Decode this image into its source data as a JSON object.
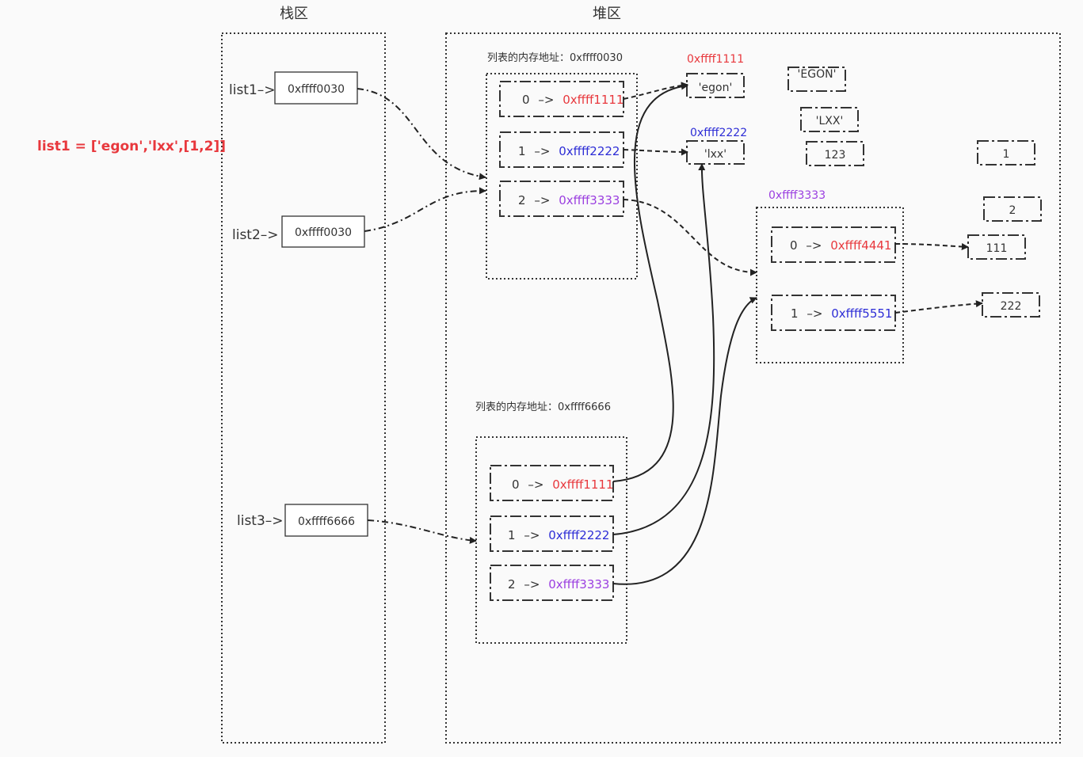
{
  "regions": {
    "stack_title": "栈区",
    "heap_title": "堆区"
  },
  "code_text": "list1 = ['egon','lxx',[1,2]]",
  "stack_vars": [
    {
      "label": "list1–>",
      "addr": "0xffff0030"
    },
    {
      "label": "list2–>",
      "addr": "0xffff0030"
    },
    {
      "label": "list3–>",
      "addr": "0xffff6666"
    }
  ],
  "list_a": {
    "caption": "列表的内存地址：0xffff0030",
    "cells": [
      {
        "index": "0",
        "arrow": "–>",
        "addr": "0xffff1111"
      },
      {
        "index": "1",
        "arrow": "–>",
        "addr": "0xffff2222"
      },
      {
        "index": "2",
        "arrow": "–>",
        "addr": "0xffff3333"
      }
    ]
  },
  "list_b": {
    "caption": "列表的内存地址：0xffff6666",
    "cells": [
      {
        "index": "0",
        "arrow": "–>",
        "addr": "0xffff1111"
      },
      {
        "index": "1",
        "arrow": "–>",
        "addr": "0xffff2222"
      },
      {
        "index": "2",
        "arrow": "–>",
        "addr": "0xffff3333"
      }
    ]
  },
  "inner_list": {
    "addr": "0xffff3333",
    "cells": [
      {
        "index": "0",
        "arrow": "–>",
        "addr": "0xffff4441"
      },
      {
        "index": "1",
        "arrow": "–>",
        "addr": "0xffff5551"
      }
    ]
  },
  "objects": {
    "egon": {
      "addr": "0xffff1111",
      "value": "'egon'"
    },
    "lxx": {
      "addr": "0xffff2222",
      "value": "'lxx'"
    },
    "EGON": "'EGON'",
    "LXX": "'LXX'",
    "n123": "123",
    "n1": "1",
    "n2": "2",
    "n111": "111",
    "n222": "222"
  },
  "colors": {
    "red": "#e8383d",
    "blue": "#2d2dd6",
    "purple": "#9b3fe0",
    "code": "#e8383d"
  }
}
